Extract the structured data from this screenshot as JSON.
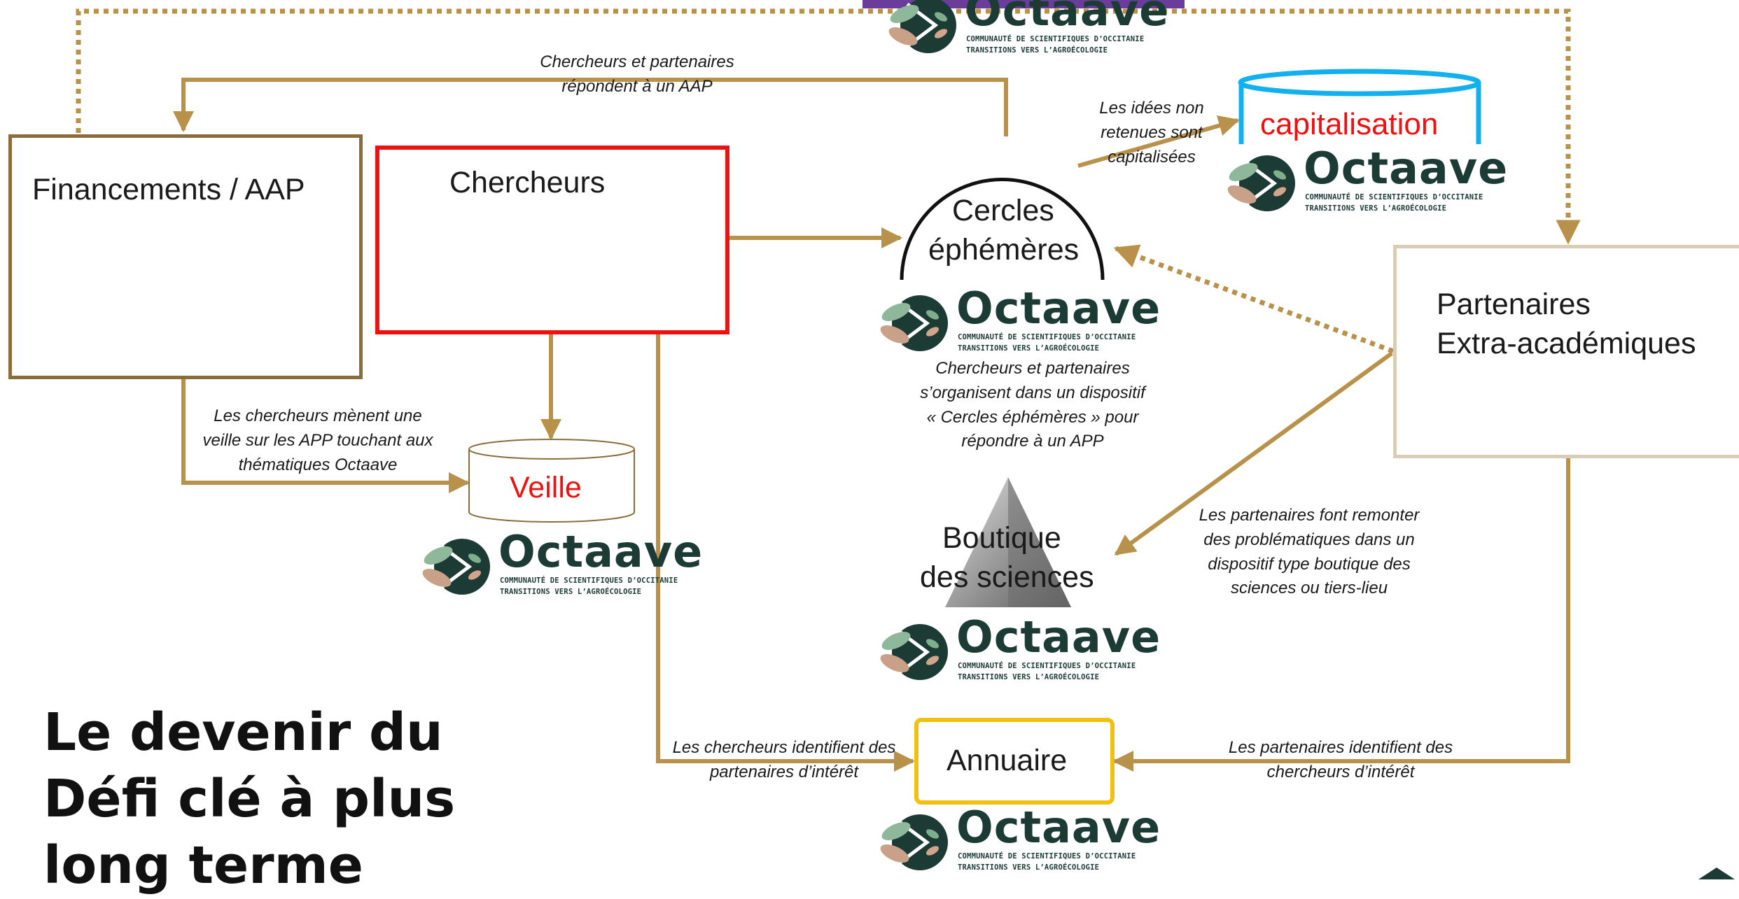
{
  "nodes": {
    "financements": "Financements / AAP",
    "chercheurs": "Chercheurs",
    "cercles_line1": "Cercles",
    "cercles_line2": "éphémères",
    "capitalisation": "capitalisation",
    "partenaires_line1": "Partenaires",
    "partenaires_line2": "Extra-académiques",
    "veille": "Veille",
    "boutique_line1": "Boutique",
    "boutique_line2": "des sciences",
    "annuaire": "Annuaire"
  },
  "notes": {
    "aap": [
      "Chercheurs et partenaires",
      "répondent à un AAP"
    ],
    "idees": [
      "Les idées non",
      "retenues sont",
      "capitalisées"
    ],
    "cercles": [
      "Chercheurs et partenaires",
      "s’organisent dans un dispositif",
      "« Cercles éphémères » pour",
      "répondre à un APP"
    ],
    "veille": [
      "Les chercheurs mènent une",
      "veille sur les APP touchant aux",
      "thématiques Octaave"
    ],
    "boutique": [
      "Les partenaires font remonter",
      "des problématiques dans un",
      "dispositif type boutique des",
      "sciences ou tiers-lieu"
    ],
    "chercheurs_id": [
      "Les chercheurs identifient des",
      "partenaires d’intérêt"
    ],
    "partenaires_id": [
      "Les partenaires identifient des",
      "chercheurs d’intérêt"
    ]
  },
  "logo": {
    "word": "Octaave",
    "line1": "COMMUNAUTÉ DE SCIENTIFIQUES D’OCCITANIE",
    "line2": "TRANSITIONS VERS L’AGROÉCOLOGIE"
  },
  "title": [
    "Le devenir du",
    "Défi clé à plus",
    "long terme"
  ],
  "colors": {
    "arrow": "#b8914a",
    "financements_border": "#8a6d3b",
    "chercheurs_border": "#ee1111",
    "capitalisation": "#12b0ee",
    "capitalisation_text": "#ee1111",
    "veille_text": "#ee1111",
    "annuaire_border": "#f2c10f",
    "partenaires_border": "#d9cdb8",
    "banner": "#6a3d9a"
  }
}
